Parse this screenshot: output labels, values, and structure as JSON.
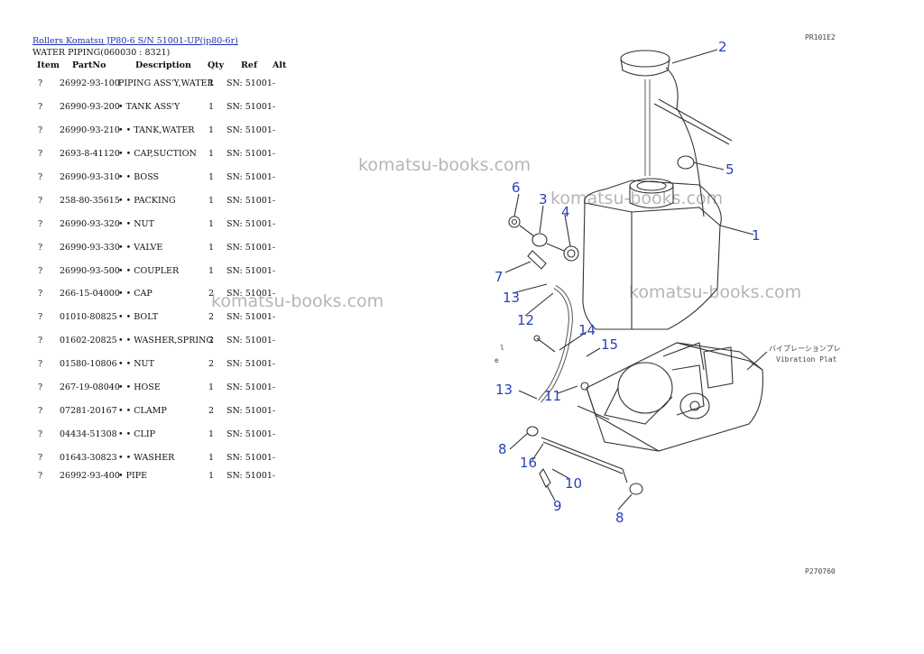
{
  "header": {
    "link_text": "Rollers Komatsu JP80-6 S/N 51001-UP(jp80-6r)",
    "subtitle": "WATER PIPING(060030 : 8321)"
  },
  "table": {
    "columns": [
      "Item",
      "PartNo",
      "Description",
      "Qty",
      "Ref",
      "Alt"
    ],
    "rows": [
      {
        "item": "?",
        "part": "26992-93-100",
        "desc": "PIPING ASS'Y,WATER",
        "qty": "1",
        "ref": "SN: 51001-"
      },
      {
        "item": "?",
        "part": "26990-93-200",
        "desc": "• TANK ASS'Y",
        "qty": "1",
        "ref": "SN: 51001-"
      },
      {
        "item": "?",
        "part": "26990-93-210",
        "desc": "• • TANK,WATER",
        "qty": "1",
        "ref": "SN: 51001-"
      },
      {
        "item": "?",
        "part": "2693-8-41120",
        "desc": "• • CAP,SUCTION",
        "qty": "1",
        "ref": "SN: 51001-"
      },
      {
        "item": "?",
        "part": "26990-93-310",
        "desc": "• • BOSS",
        "qty": "1",
        "ref": "SN: 51001-"
      },
      {
        "item": "?",
        "part": "258-80-35615",
        "desc": "• • PACKING",
        "qty": "1",
        "ref": "SN: 51001-"
      },
      {
        "item": "?",
        "part": "26990-93-320",
        "desc": "• • NUT",
        "qty": "1",
        "ref": "SN: 51001-"
      },
      {
        "item": "?",
        "part": "26990-93-330",
        "desc": "• • VALVE",
        "qty": "1",
        "ref": "SN: 51001-"
      },
      {
        "item": "?",
        "part": "26990-93-500",
        "desc": "• • COUPLER",
        "qty": "1",
        "ref": "SN: 51001-"
      },
      {
        "item": "?",
        "part": "266-15-04000",
        "desc": "• • CAP",
        "qty": "2",
        "ref": "SN: 51001-"
      },
      {
        "item": "?",
        "part": "01010-80825",
        "desc": "• • BOLT",
        "qty": "2",
        "ref": "SN: 51001-"
      },
      {
        "item": "?",
        "part": "01602-20825",
        "desc": "• • WASHER,SPRING",
        "qty": "2",
        "ref": "SN: 51001-"
      },
      {
        "item": "?",
        "part": "01580-10806",
        "desc": "• • NUT",
        "qty": "2",
        "ref": "SN: 51001-"
      },
      {
        "item": "?",
        "part": "267-19-08040",
        "desc": "• • HOSE",
        "qty": "1",
        "ref": "SN: 51001-"
      },
      {
        "item": "?",
        "part": "07281-20167",
        "desc": "• • CLAMP",
        "qty": "2",
        "ref": "SN: 51001-"
      },
      {
        "item": "?",
        "part": "04434-51308",
        "desc": "• • CLIP",
        "qty": "1",
        "ref": "SN: 51001-"
      },
      {
        "item": "?",
        "part": "01643-30823",
        "desc": "• • WASHER",
        "qty": "1",
        "ref": "SN: 51001-"
      },
      {
        "item": "?",
        "part": "26992-93-400",
        "desc": "• PIPE",
        "qty": "1",
        "ref": "SN: 51001-"
      }
    ]
  },
  "watermark": "komatsu-books.com",
  "diagram": {
    "corner_code": "PR101E2",
    "bottom_code": "P270760",
    "annotation_jp": "バイブレーションプレ",
    "annotation_en": "Vibration Plat",
    "side_mark_1": "l",
    "side_mark_2": "e",
    "callouts": [
      "2",
      "5",
      "6",
      "3",
      "4",
      "1",
      "7",
      "13",
      "12",
      "14",
      "15",
      "13",
      "11",
      "8",
      "16",
      "10",
      "9",
      "8"
    ],
    "label_color": "#2b3fb8"
  }
}
